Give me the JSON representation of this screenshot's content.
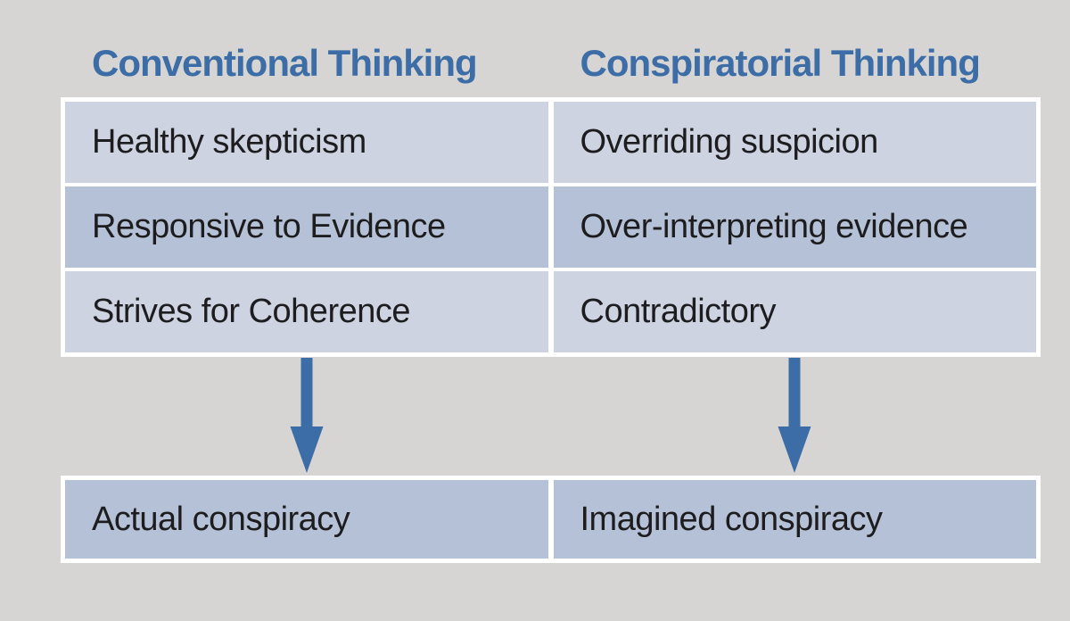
{
  "diagram": {
    "columns": [
      {
        "header": "Conventional Thinking",
        "rows": [
          "Healthy skepticism",
          "Responsive to Evidence",
          "Strives for Coherence"
        ],
        "result": "Actual conspiracy"
      },
      {
        "header": "Conspiratorial Thinking",
        "rows": [
          "Overriding suspicion",
          "Over-interpreting evidence",
          "Contradictory"
        ],
        "result": "Imagined conspiracy"
      }
    ],
    "arrows": [
      {
        "icon": "down-arrow-icon",
        "direction": "down"
      },
      {
        "icon": "down-arrow-icon",
        "direction": "down"
      }
    ],
    "colors": {
      "background": "#d6d5d3",
      "accent_blue": "#3c6da6",
      "row_light": "#cdd3e0",
      "row_dark": "#b5c1d6",
      "table_border": "#ffffff",
      "text": "#1d1d1f"
    }
  }
}
